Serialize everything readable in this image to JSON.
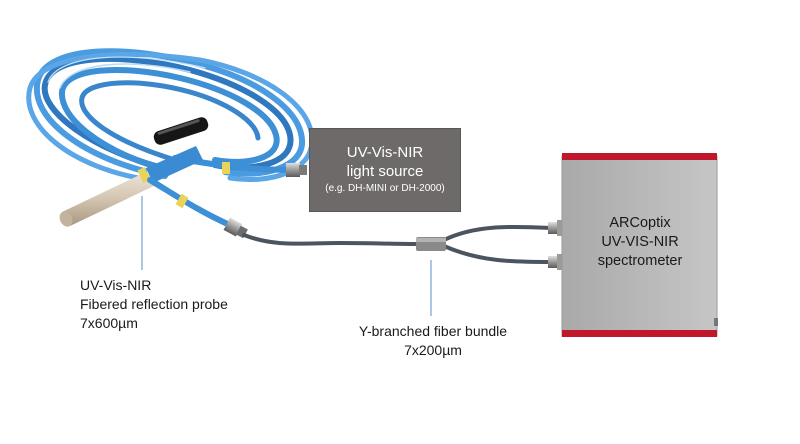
{
  "light_source": {
    "line1": "UV-Vis-NIR",
    "line2": "light source",
    "line3": "(e.g. DH-MINI or DH-2000)"
  },
  "spectrometer": {
    "line1": "ARCoptix",
    "line2": "UV-VIS-NIR",
    "line3": "spectrometer"
  },
  "probe_label": {
    "line1": "UV-Vis-NIR",
    "line2": "Fibered reflection probe",
    "line3": "7x600µm"
  },
  "bundle_label": {
    "line1": "Y-branched fiber bundle",
    "line2": "7x200µm"
  },
  "colors": {
    "fiber_blue": "#3d8fd6",
    "bundle_gray": "#4a5560",
    "spectrometer_body": "#b9b9b9",
    "spectrometer_accent": "#c0182a",
    "light_source_box": "#6e6a69"
  }
}
